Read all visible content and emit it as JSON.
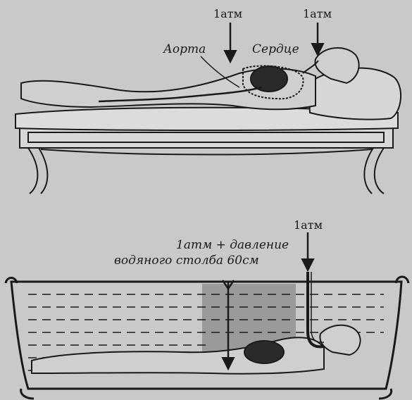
{
  "top_scene": {
    "label_pressure_1": "1атм",
    "label_pressure_2": "1атм",
    "label_aorta": "Аорта",
    "label_heart": "Сердце"
  },
  "bottom_scene": {
    "label_pressure_right": "1атм",
    "label_pressure_left_line1": "1атм + давление",
    "label_pressure_left_line2": "водяного  столба 60см"
  },
  "colors": {
    "background": "#c9c9c9",
    "ink": "#1a1a1a",
    "water_column": "#8e8e8e"
  }
}
